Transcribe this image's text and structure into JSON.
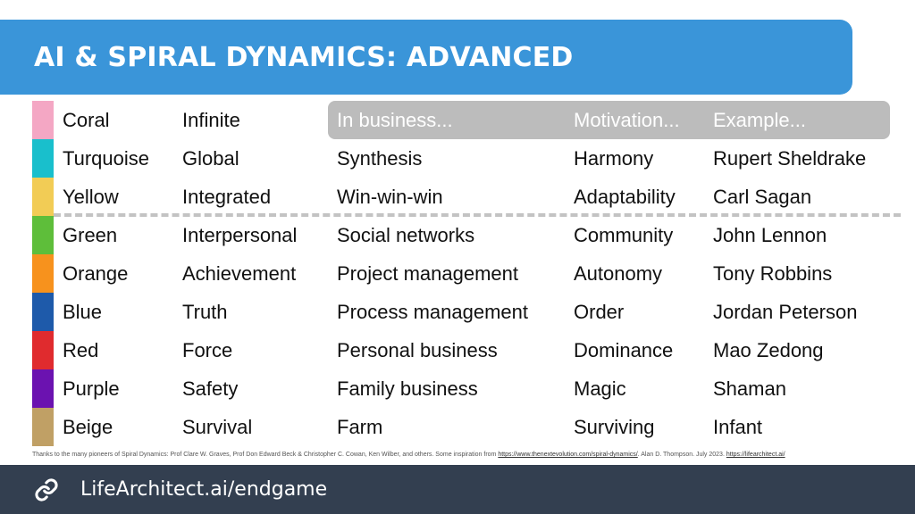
{
  "title": "AI & SPIRAL DYNAMICS: ADVANCED",
  "header": {
    "name": "Coral",
    "level": "Infinite",
    "business": "In business...",
    "motivation": "Motivation...",
    "example": "Example..."
  },
  "header_color": "#f4a7c4",
  "rows": [
    {
      "color": "#19bfcc",
      "name": "Turquoise",
      "level": "Global",
      "business": "Synthesis",
      "motivation": "Harmony",
      "example": "Rupert Sheldrake"
    },
    {
      "color": "#f2cc55",
      "name": "Yellow",
      "level": "Integrated",
      "business": "Win-win-win",
      "motivation": "Adaptability",
      "example": "Carl Sagan"
    },
    {
      "color": "#5ebe3a",
      "name": "Green",
      "level": "Interpersonal",
      "business": "Social networks",
      "motivation": "Community",
      "example": "John Lennon"
    },
    {
      "color": "#f7921d",
      "name": "Orange",
      "level": "Achievement",
      "business": "Project management",
      "motivation": "Autonomy",
      "example": "Tony Robbins"
    },
    {
      "color": "#1e5aaa",
      "name": "Blue",
      "level": "Truth",
      "business": "Process management",
      "motivation": "Order",
      "example": "Jordan Peterson"
    },
    {
      "color": "#e02b2e",
      "name": "Red",
      "level": "Force",
      "business": "Personal business",
      "motivation": "Dominance",
      "example": "Mao Zedong"
    },
    {
      "color": "#6b12b0",
      "name": "Purple",
      "level": "Safety",
      "business": "Family business",
      "motivation": "Magic",
      "example": "Shaman"
    },
    {
      "color": "#c0a065",
      "name": "Beige",
      "level": "Survival",
      "business": "Farm",
      "motivation": "Surviving",
      "example": "Infant"
    }
  ],
  "credits": {
    "text": "Thanks to the many pioneers of Spiral Dynamics: Prof Clare W. Graves, Prof Don Edward Beck & Christopher C. Cowan, Ken Wilber, and others. Some inspiration from",
    "link1": "https://www.thenextevolution.com/spiral-dynamics/",
    "text2": ". Alan D. Thompson. July 2023.",
    "link2": "https://lifearchitect.ai/"
  },
  "footer": {
    "url": "LifeArchitect.ai/endgame",
    "icon": "link-icon"
  },
  "colors": {
    "banner": "#3a95d9",
    "footer": "#333f50",
    "header_pill": "#bcbcbc",
    "divider": "#c3c3c3"
  }
}
